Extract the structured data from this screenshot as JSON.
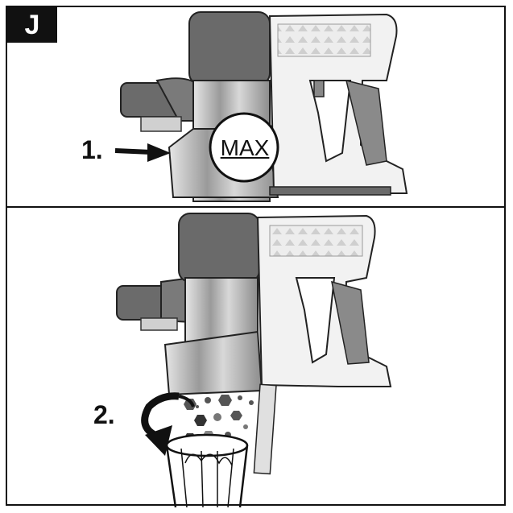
{
  "panel_letter": "J",
  "step1": {
    "label": "1.",
    "max_text": "MAX"
  },
  "step2": {
    "label": "2."
  },
  "colors": {
    "ink": "#111111",
    "body_dark": "#666666",
    "body_light": "#f2f2f2",
    "metal": "#b8b8b8"
  }
}
